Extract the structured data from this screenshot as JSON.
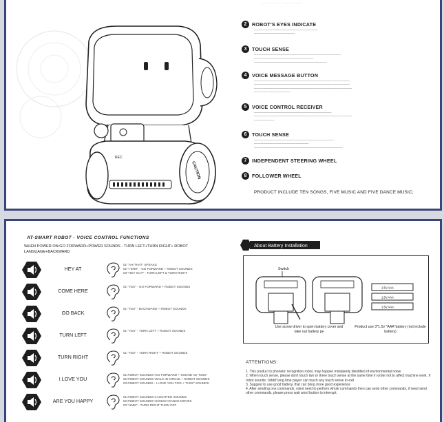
{
  "top_page": {
    "steps": [
      {
        "num": "2",
        "title": "ROBOT'S EYES INDICATE"
      },
      {
        "num": "3",
        "title": "TOUCH SENSE"
      },
      {
        "num": "4",
        "title": "VOICE MESSAGE BUTTON"
      },
      {
        "num": "5",
        "title": "VOICE CONTROL RECEIVER"
      },
      {
        "num": "6",
        "title": "TOUCH SENSE"
      },
      {
        "num": "7",
        "title": "INDEPENDENT STEERING WHEEL"
      },
      {
        "num": "8",
        "title": "FOLLOWER WHEEL"
      }
    ],
    "footer": "PRODUCT INCLUDE TEN SONGS, FIVE MUSIC AND FIVE DANCE MUSIC;",
    "robot_labels": {
      "rec": "REC",
      "caution": "CAUTION"
    }
  },
  "bottom_page": {
    "title": "AT-SMART ROBOT - VOICE CONTROL FUNCTIONS",
    "intro": "WHEN POWER ON:GO FORWARD+POWER SOUNDS - TURN LEFT+TURN RIGHT+ ROBOT LANGUAGE+BACKWARD",
    "commands": [
      {
        "label": "HEY AT",
        "desc": [
          "01 \"AH-THAT\" SPEAKS",
          "02 \"I-ERR\" - GO FORWARD + ROBOT SOUNDS",
          "03 \"HEY GUY\" - TURN LEFT & TURN RIGHT"
        ]
      },
      {
        "label": "COME HERE",
        "desc": [
          "01 \"YES\" - GO FORWARD + ROBOT SOUNDS"
        ]
      },
      {
        "label": "GO BACK",
        "desc": [
          "01 \"YES\" - BACKWARD + ROBOT SOUNDS"
        ]
      },
      {
        "label": "TURN LEFT",
        "desc": [
          "01 \"YES\" - TURN LEFT + ROBOT SOUNDS"
        ]
      },
      {
        "label": "TURN RIGHT",
        "desc": [
          "01 \"YES\" - TURN RIGHT + ROBOT SOUNDS"
        ]
      },
      {
        "label": "I LOVE YOU",
        "desc": [
          "01 ROBOT SOUNDS+GO FORWARD + SOUND AS \"KISS\"",
          "02 ROBOT SOUNDS+WALK IN CIRCLE + ROBOT SOUNDS",
          "03 ROBOT SOUNDS - I LOVE YOU TOO + \"KISS\" SOUNDS"
        ]
      },
      {
        "label": "ARE YOU HAPPY",
        "desc": [
          "01 ROBOT SOUNDS+LAUGHTER SOUNDS",
          "02 ROBOT SOUNDS+SONGS+DANCE MOVES",
          "03 \"HMM\" - TURN RIGHT TURN OFF"
        ]
      }
    ],
    "battery": {
      "badge": "About Battery Installation",
      "switch_label": "Switch",
      "caption_left": "Use screw driver to open battery cover and take out battery pe",
      "caption_right": "Product use 3*1.5v \"AAA\"battery (not include battery)",
      "cell_label": "1.5V AAA"
    },
    "attentions": {
      "title": "ATTENTIONS:",
      "items": [
        "1. This product is phonetic recognition robot, may happen mistakenly identified of environmental noise",
        "2. When touch sense, please don't touch two or three touch sense at the same time in order not to affect machine work. If robot sounds: Oddd' long time player can touch any touch sense to exit",
        "3. Suggest to use good battery, that can bring more good experience",
        "4. After sending one commands, robot need to perform whole commands then can send other commands, if need send other commands, please press wait word button to interrupt."
      ]
    }
  }
}
